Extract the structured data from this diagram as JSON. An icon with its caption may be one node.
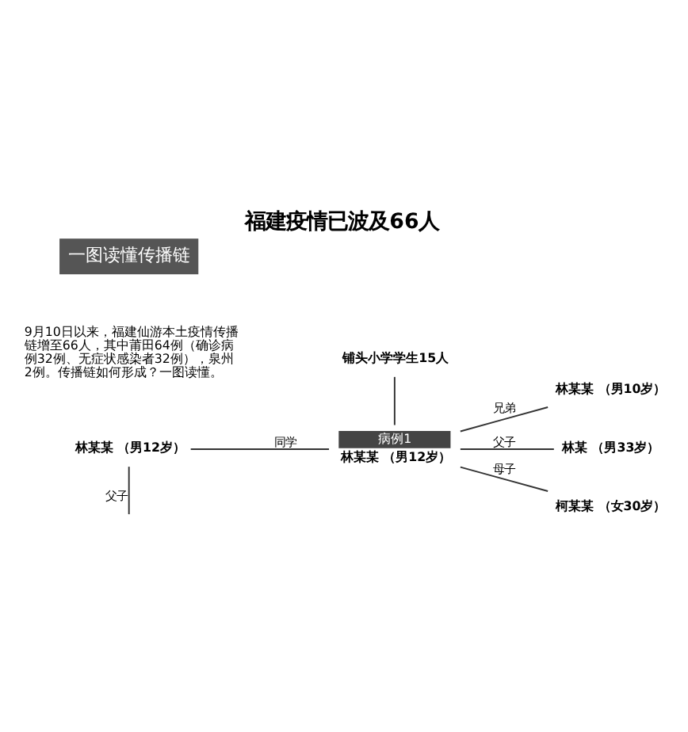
{
  "diagram": {
    "title": "福建疫情已波及66人",
    "nodes": [
      {
        "text": [
          "铺头小学学生15人"
        ]
      },
      {
        "text": [
          "病例1",
          "林某某 （男12岁）"
        ]
      },
      {
        "text": [
          "林某某 （男12岁）"
        ]
      },
      {
        "text": [
          "林某某 （男10岁）"
        ]
      },
      {
        "text": [
          "林某 （男33岁）"
        ]
      },
      {
        "text": [
          "柯某某 （女30岁）"
        ]
      }
    ],
    "edges": [
      {
        "from": 0,
        "to": 1,
        "arrow": "none"
      },
      {
        "from": 2,
        "to": 1,
        "label": "同学",
        "arrow": "none"
      },
      {
        "from": 1,
        "to": 3,
        "label": "兄弟",
        "arrow": "none"
      },
      {
        "from": 1,
        "to": 4,
        "label": "父子",
        "arrow": "none"
      },
      {
        "from": 1,
        "to": 5,
        "label": "母子",
        "arrow": "none"
      },
      {
        "from": 2,
        "to": null,
        "label": "父子",
        "arrow": "none"
      }
    ],
    "labels": [
      "一图读懂传播链",
      "9月10日以来，福建仙游本土疫情传播链增至66人，其中莆田64例（确诊病例32例、无症状感染者32例），泉州2例。传播链如何形成？一图读懂。"
    ]
  }
}
